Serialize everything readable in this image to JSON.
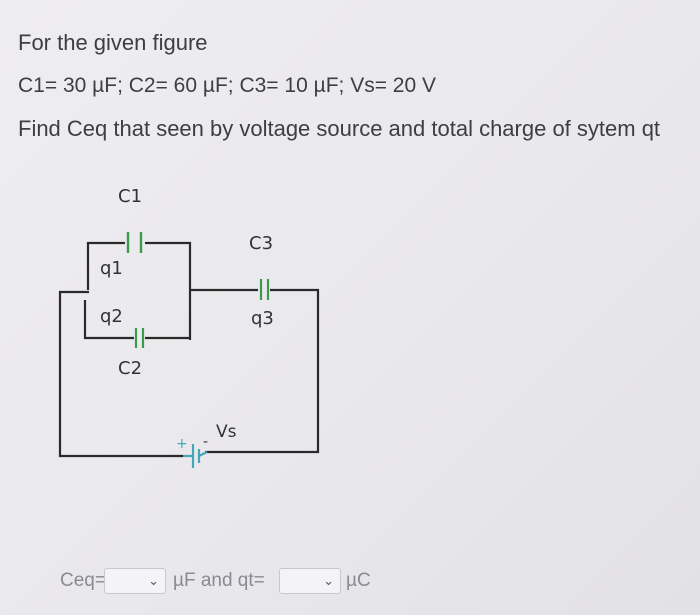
{
  "question": {
    "title": "For the given figure",
    "values": "C1= 30 µF; C2= 60 µF; C3= 10 µF; Vs= 20 V",
    "prompt": "Find Ceq that seen by voltage source and total charge of sytem qt"
  },
  "circuit": {
    "labels": {
      "c1": "C1",
      "q1": "q1",
      "q2": "q2",
      "c2": "C2",
      "c3": "C3",
      "q3": "q3",
      "vs": "Vs",
      "plus": "+",
      "minus": "-"
    },
    "colors": {
      "capacitor": "#3c9a4b",
      "source": "#45a7b5",
      "wire": "#2a2a2a"
    }
  },
  "answer": {
    "ceq_label": "Ceq=",
    "ceq_unit": "µF and qt=",
    "qt_unit": "µC",
    "chevron": "⌄"
  }
}
